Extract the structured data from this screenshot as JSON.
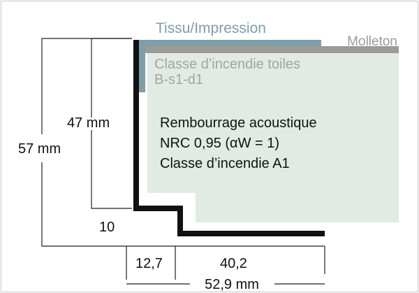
{
  "labels": {
    "tissu": "Tissu/Impression",
    "molleton": "Molleton",
    "classe_toiles_line1": "Classe d’incendie toiles",
    "classe_toiles_line2": "B-s1-d1",
    "rembourrage": "Rembourrage acoustique",
    "nrc": "NRC 0,95 (αW = 1)",
    "classe_a1": "Classe d’incendie A1"
  },
  "dimensions": {
    "d47": "47 mm",
    "d57": "57 mm",
    "d10": "10",
    "d12_7": "12,7",
    "d40_2": "40,2",
    "d52_9": "52,9 mm"
  },
  "colors": {
    "profile": "#111111",
    "fabric": "#7f9ea7",
    "molleton": "#9a9a9a",
    "fill": "#e1ebe3",
    "fire_class_text": "#a4a4a4",
    "frame": "#d6d6d6"
  }
}
